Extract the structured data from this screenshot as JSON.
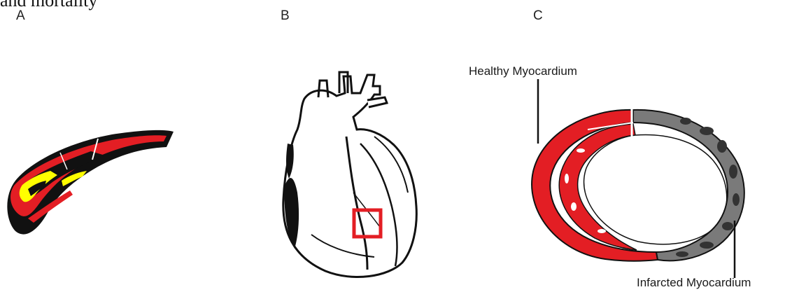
{
  "header": {
    "cut_text": "and mortality"
  },
  "panels": {
    "a": {
      "label": "A"
    },
    "b": {
      "label": "B"
    },
    "c": {
      "label": "C",
      "healthy_label": "Healthy Myocardium",
      "infarcted_label": "Infarcted Myocardium"
    }
  },
  "colors": {
    "artery_red": "#e31e24",
    "plaque_yellow": "#ffff00",
    "ink_black": "#111111",
    "infarct_gray": "#7a7a7a",
    "highlight_box": "#e31e24"
  }
}
